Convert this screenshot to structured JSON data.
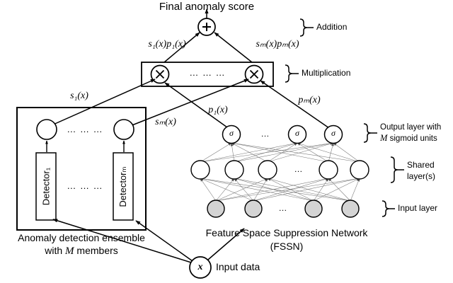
{
  "figure": {
    "title": "Final anomaly score",
    "type": "architecture-diagram"
  },
  "nodes": {
    "sum_symbol": "+",
    "mult_symbol": "×",
    "sigma_symbol": "σ",
    "input_symbol": "x",
    "ellipsis_long": "… … …",
    "ellipsis_short": "…"
  },
  "edge_labels": {
    "left_product": "s₁(x)p₁(x)",
    "right_product": "sₘ(x)pₘ(x)",
    "s_first": "s₁(x)",
    "s_last": "sₘ(x)",
    "p_first": "p₁(x)",
    "p_last": "pₘ(x)"
  },
  "braces": {
    "addition": "Addition",
    "multiplication": "Multiplication",
    "output_layer_line1": "Output layer with",
    "output_layer_line2": "M sigmoid units",
    "shared_line1": "Shared",
    "shared_line2": "layer(s)",
    "input_layer": "Input layer"
  },
  "captions": {
    "ensemble_line1": "Anomaly detection ensemble",
    "ensemble_line2": "with M members",
    "fssn_line1": "Feature Space Suppression Network",
    "fssn_line2": "(FSSN)",
    "input_data": "Input data"
  },
  "detectors": {
    "first": "Detector₁",
    "last": "Detectorₘ"
  },
  "colors": {
    "stroke": "#000000",
    "input_node_fill": "#d4d4d4",
    "dashed_edge": "#8c8c8c",
    "background": "#ffffff"
  },
  "chart_data": {
    "type": "diagram",
    "layers": [
      {
        "name": "output-sigmoid",
        "count": 4,
        "label": "M sigmoid units"
      },
      {
        "name": "shared-hidden",
        "count": 5,
        "label": "Shared layer(s)"
      },
      {
        "name": "input",
        "count": 4,
        "label": "Input layer"
      }
    ],
    "ensemble_members": "M"
  }
}
